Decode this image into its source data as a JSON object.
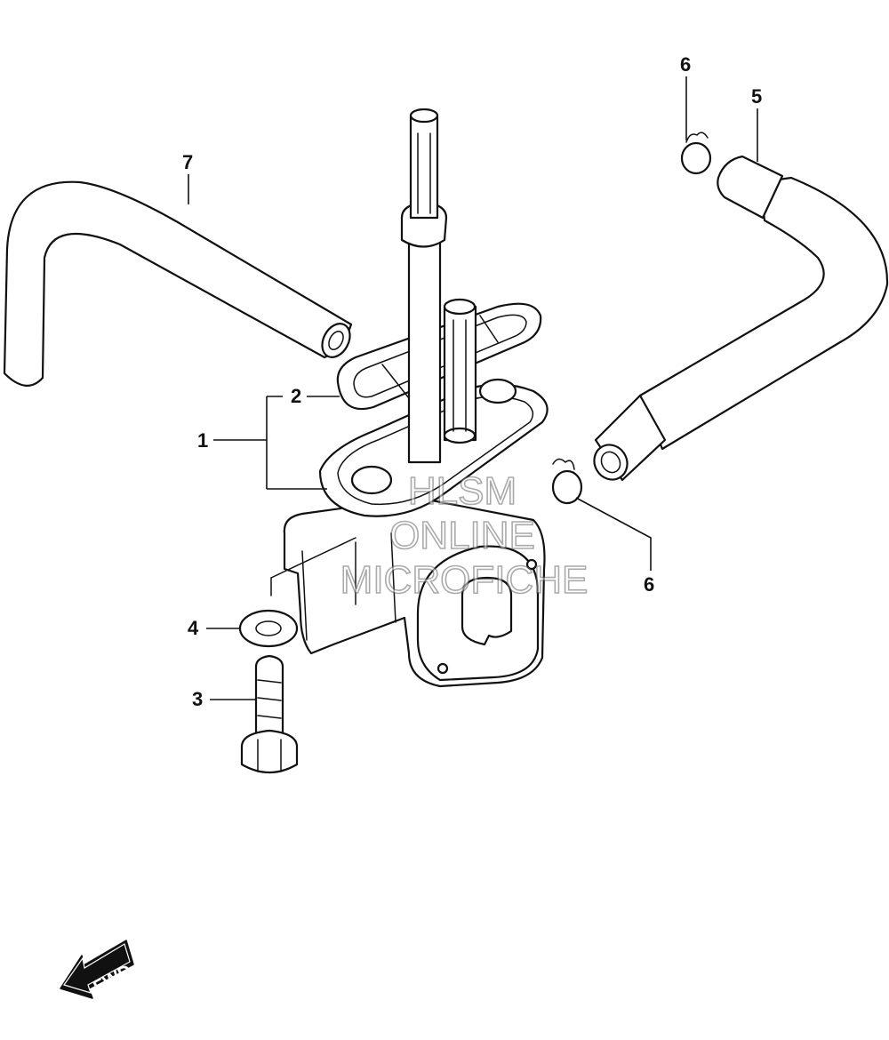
{
  "callouts": [
    {
      "id": "1",
      "label": "1"
    },
    {
      "id": "2",
      "label": "2"
    },
    {
      "id": "3",
      "label": "3"
    },
    {
      "id": "4",
      "label": "4"
    },
    {
      "id": "5",
      "label": "5"
    },
    {
      "id": "6a",
      "label": "6"
    },
    {
      "id": "6b",
      "label": "6"
    },
    {
      "id": "7",
      "label": "7"
    }
  ],
  "watermark": {
    "line1": "HLSM",
    "line2": "ONLINE",
    "line3": "MICROFICHE"
  },
  "direction_indicator": {
    "label": "FWD"
  }
}
